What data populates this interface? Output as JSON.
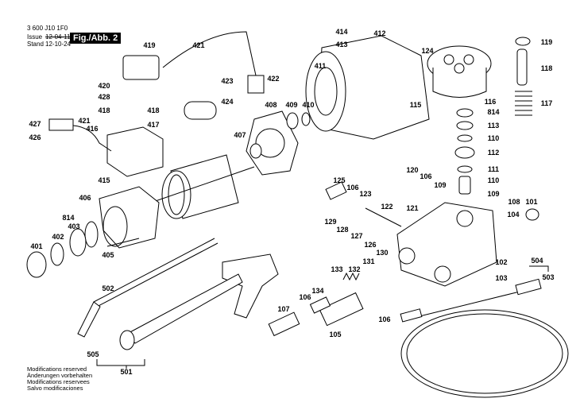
{
  "header": {
    "part_number": "3 600 J10 1F0",
    "issue_label": "Issue",
    "issue_date": "12-04-11",
    "stand_label": "Stand",
    "stand_date": "12-10-24",
    "figure_label": "Fig./Abb. 2"
  },
  "footer": {
    "lines": [
      "Modifications reserved",
      "Änderungen vorbehalten",
      "Modifications reservees",
      "Salvo modificaciones"
    ]
  },
  "part_labels": [
    "419",
    "421",
    "412",
    "414",
    "413",
    "119",
    "124",
    "118",
    "411",
    "422",
    "420",
    "423",
    "428",
    "424",
    "408",
    "409",
    "410",
    "116",
    "117",
    "115",
    "418",
    "418",
    "814",
    "427",
    "421",
    "417",
    "416",
    "113",
    "426",
    "407",
    "110",
    "112",
    "415",
    "120",
    "106",
    "125",
    "106",
    "111",
    "109",
    "110",
    "123",
    "406",
    "109",
    "108",
    "101",
    "122",
    "121",
    "129",
    "104",
    "814",
    "403",
    "128",
    "127",
    "402",
    "126",
    "401",
    "405",
    "130",
    "131",
    "102",
    "504",
    "133",
    "132",
    "503",
    "103",
    "502",
    "134",
    "106",
    "107",
    "106",
    "105",
    "505",
    "501"
  ]
}
